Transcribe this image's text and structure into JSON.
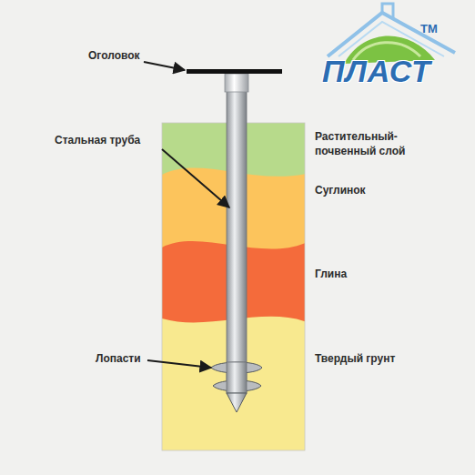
{
  "diagram": {
    "labels": [
      "Оголовок",
      "Стальная труба",
      "Лопасти",
      "Растительный- почвенный слой",
      "Суглинок",
      "Глина",
      "Твердый грунт",
      "ТМ",
      "ПЛАСТ"
    ]
  }
}
